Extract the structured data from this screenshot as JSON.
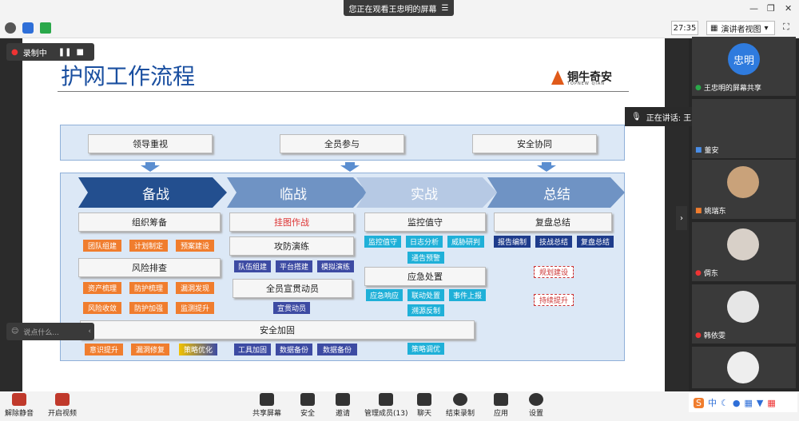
{
  "window": {
    "banner": "您正在观看王忠明的屏幕",
    "time": "27:35",
    "view_mode": "演讲者视图"
  },
  "recording": {
    "label": "录制中"
  },
  "slide": {
    "title": "护网工作流程",
    "logo": {
      "name": "铜牛奇安",
      "sub": "TOPNEW QIAN"
    },
    "top_pills": [
      "领导重视",
      "全员参与",
      "安全协同"
    ],
    "phases": [
      "备战",
      "临战",
      "实战",
      "总结"
    ],
    "beizhan": {
      "org": "组织筹备",
      "org_tags": [
        "团队组建",
        "计划制定",
        "预案建设"
      ],
      "risk": "风险排查",
      "risk_tags1": [
        "资产梳理",
        "防护梳理",
        "漏洞发现"
      ],
      "risk_tags2": [
        "风险收敛",
        "防护加强",
        "监测提升"
      ]
    },
    "linzhan": {
      "map": "挂图作战",
      "drill": "攻防演练",
      "drill_tags": [
        "队伍组建",
        "平台搭建",
        "模拟演练"
      ],
      "all": "全员宣贯动员",
      "all_tag": "宣贯动员"
    },
    "shizhan": {
      "monitor": "监控值守",
      "monitor_tags": [
        "监控值守",
        "日志分析",
        "威胁研判"
      ],
      "notice": "通告预警",
      "emergency": "应急处置",
      "emergency_tags": [
        "应急响应",
        "联动处置",
        "事件上报"
      ],
      "trace": "溯源反制"
    },
    "zongjie": {
      "review": "复盘总结",
      "review_tags": [
        "报告编制",
        "技战总结",
        "复盘总结"
      ],
      "plan": "规划建设",
      "improve": "持续提升"
    },
    "security": {
      "label": "安全加固",
      "tags": [
        "意识提升",
        "漏洞修复",
        "策略优化",
        "工具加固",
        "数据备份",
        "数据备份"
      ],
      "policy": "策略调优"
    }
  },
  "speaking": "正在讲话: 王忠明;",
  "chat_placeholder": "说点什么...",
  "participants": [
    {
      "name": "王忠明的屏幕共享",
      "avatar": "忠明"
    },
    {
      "name": "董安"
    },
    {
      "name": "姚瑞东"
    },
    {
      "name": "倜东"
    },
    {
      "name": "韩依雯"
    }
  ],
  "bottom": {
    "unmute": "解除静音",
    "video": "开启视频",
    "share": "共享屏幕",
    "security": "安全",
    "invite": "邀请",
    "members": "管理成员(13)",
    "chat": "聊天",
    "record": "结束录制",
    "apps": "应用",
    "settings": "设置"
  },
  "tray": {
    "lang": "中"
  }
}
